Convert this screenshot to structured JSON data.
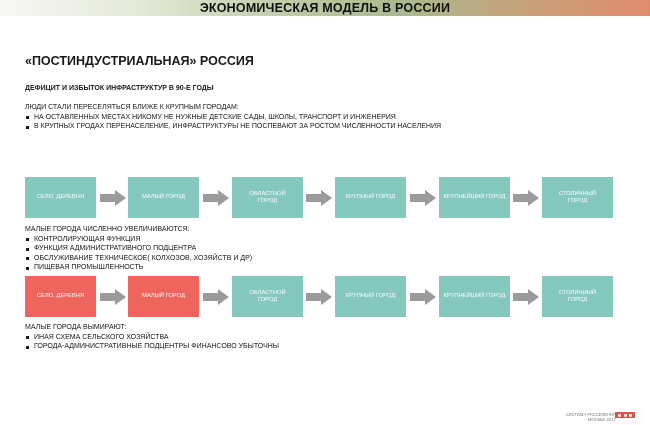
{
  "header": {
    "title": "ЭКОНОМИЧЕСКАЯ МОДЕЛЬ В РОССИИ"
  },
  "page": {
    "title": "«ПОСТИНДУСТРИАЛЬНАЯ» РОССИЯ",
    "subtitle": "ДЕФИЦИТ И ИЗБЫТОК ИНФРАСТРУКТУР В 90-Е ГОДЫ"
  },
  "intro": {
    "lead": "ЛЮДИ СТАЛИ ПЕРЕСЕЛЯТЬСЯ БЛИЖЕ К КРУПНЫМ ГОРОДАМ:",
    "bullets": [
      "НА ОСТАВЛЕННЫХ МЕСТАХ НИКОМУ НЕ НУЖНЫЕ ДЕТСКИЕ САДЫ, ШКОЛЫ, ТРАНСПОРТ И ИНЖЕНЕРИЯ",
      "В КРУПНЫХ ГРОДАХ ПЕРЕНАСЕЛЕНИЕ, ИНФРАСТРУКТУРЫ НЕ ПОСПЕВАЮТ ЗА РОСТОМ ЧИСЛЕННОСТИ НАСЕЛЕНИЯ"
    ]
  },
  "flow1": {
    "boxes": [
      "СЕЛО, ДЕРЕВНЯ",
      "МАЛЫЙ ГОРОД",
      "ОБЛАСТНОЙ\nГОРОД",
      "КРУПНЫЙ ГОРОД",
      "КРУПНЕЙШИЙ ГОРОД",
      "СТОЛИЧНЫЙ\nГОРОД"
    ]
  },
  "growth": {
    "lead": "МАЛЫЕ ГОРОДА ЧИСЛЕННО УВЕЛИЧИВАЮТСЯ:",
    "bullets": [
      "КОНТРОЛИРУЮЩАЯ ФУНКЦИЯ",
      "ФУНКЦИЯ АДМИНИСТРАТИВНОГО ПОДЦЕНТРА",
      "ОБСЛУЖИВАНИЕ ТЕХНИЧЕСКОЕ( КОЛХОЗОВ, ХОЗЯЙСТВ И ДР)",
      "ПИЩЕВАЯ ПРОМЫШЛЕННОСТЬ"
    ]
  },
  "flow2": {
    "boxes": [
      "СЕЛО, ДЕРЕВНЯ",
      "МАЛЫЙ ГОРОД",
      "ОБЛАСТНОЙ\nГОРОД",
      "КРУПНЫЙ ГОРОД",
      "КРУПНЕЙШИЙ ГОРОД",
      "СТОЛИЧНЫЙ\nГОРОД"
    ]
  },
  "decline": {
    "lead": "МАЛЫЕ ГОРОДА ВЫМИРАЮТ:",
    "bullets": [
      "ИНАЯ СХЕМА СЕЛЬСКОГО ХОЗЯЙСТВА",
      "ГОРОДА-АДМИНИСТРАТИВНЫЕ ПОДЦЕНТРЫ ФИНАНСОВО УБЫТОЧНЫ"
    ]
  },
  "footer": {
    "line1": "СИСТЕМА РАССЕЛЕНИЯ",
    "line2": "МОСКВА 2017"
  },
  "colors": {
    "teal": "#85c8be",
    "red": "#ee655d",
    "arrow": "#9b9b9b"
  }
}
